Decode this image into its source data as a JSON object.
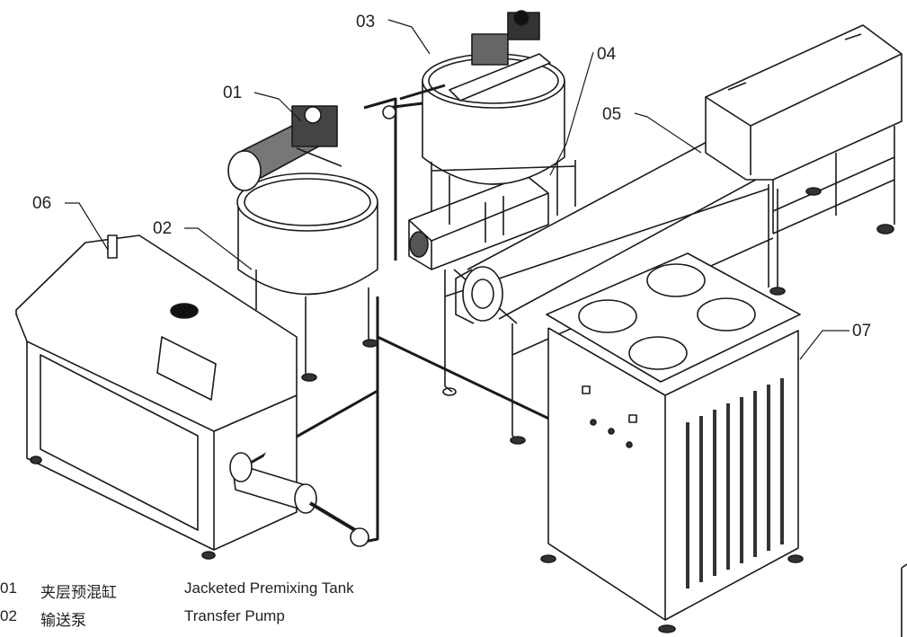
{
  "callouts": {
    "c01": "01",
    "c02": "02",
    "c03": "03",
    "c04": "04",
    "c05": "05",
    "c06": "06",
    "c07": "07"
  },
  "legend": [
    {
      "num": "01",
      "cn": "夹层预混缸",
      "en": "Jacketed Premixing Tank"
    },
    {
      "num": "02",
      "cn": "输送泵",
      "en": "Transfer Pump"
    }
  ]
}
